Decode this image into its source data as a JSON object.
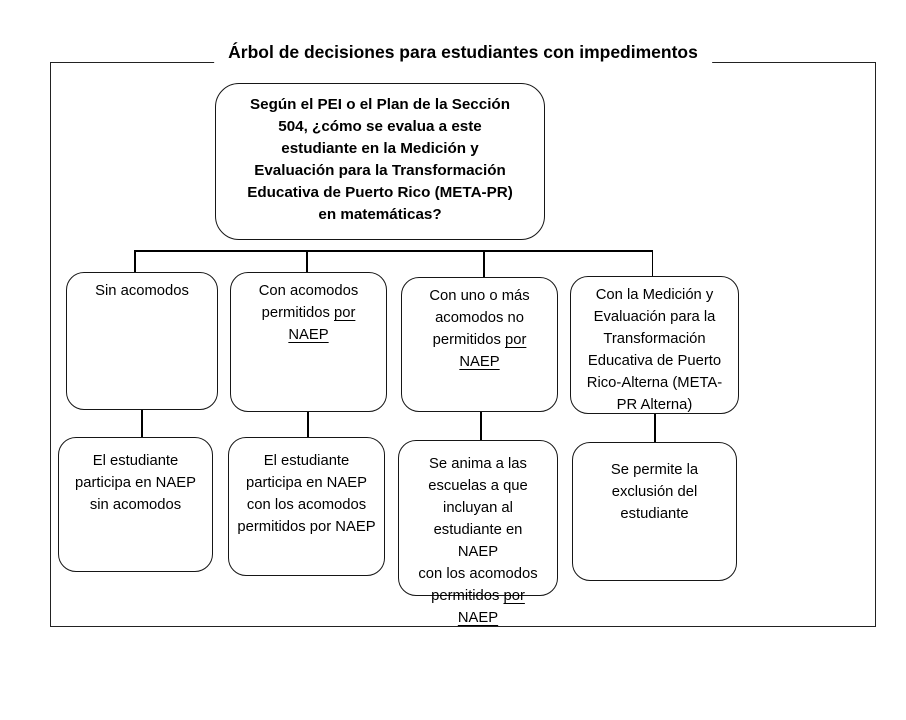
{
  "title": "Árbol de decisiones para estudiantes con impedimentos",
  "colors": {
    "background": "#ffffff",
    "border": "#161616",
    "line": "#000000",
    "text": "#000000"
  },
  "tree": {
    "root_question": "Según el PEI o el Plan de la Sección\n504, ¿cómo se evalua a este\nestudiante en la Medición y\nEvaluación para la Transformación\nEducativa de Puerto Rico (META-PR)\nen matemáticas?",
    "branches": [
      {
        "condition": [
          {
            "text": "Sin acomodos",
            "underline": false
          }
        ],
        "outcome": [
          {
            "text": "El estudiante\nparticipa en NAEP\nsin acomodos",
            "underline": false
          }
        ]
      },
      {
        "condition": [
          {
            "text": "Con acomodos\npermitidos ",
            "underline": false
          },
          {
            "text": "por\nNAEP",
            "underline": true
          }
        ],
        "outcome": [
          {
            "text": "El estudiante\nparticipa en NAEP\ncon los acomodos\npermitidos por NAEP",
            "underline": false
          }
        ]
      },
      {
        "condition": [
          {
            "text": "Con uno o más\nacomodos no\npermitidos ",
            "underline": false
          },
          {
            "text": "por\nNAEP",
            "underline": true
          }
        ],
        "outcome": [
          {
            "text": "Se anima a las\nescuelas a que\nincluyan al\nestudiante en NAEP\ncon los acomodos\npermitidos ",
            "underline": false
          },
          {
            "text": "por\nNAEP",
            "underline": true
          }
        ]
      },
      {
        "condition": [
          {
            "text": "Con la Medición y\nEvaluación para la\nTransformación\nEducativa de Puerto\nRico-Alterna (META-\nPR Alterna)",
            "underline": false
          }
        ],
        "outcome": [
          {
            "text": "Se permite la\nexclusión del\nestudiante",
            "underline": false
          }
        ]
      }
    ]
  }
}
